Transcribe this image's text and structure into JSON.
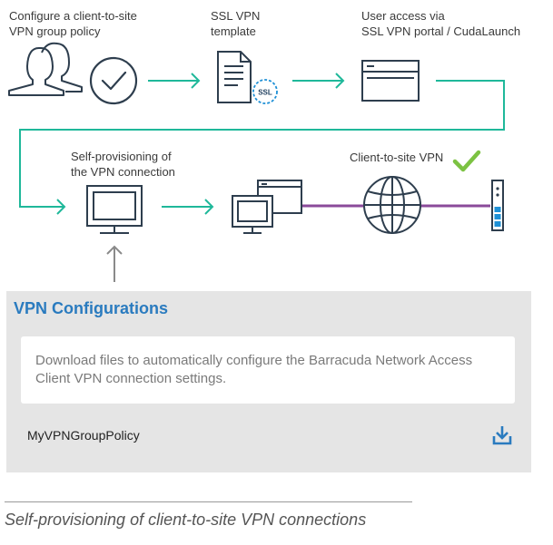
{
  "labels": {
    "step1_line1": "Configure a client-to-site",
    "step1_line2": "VPN group policy",
    "step2_line1": "SSL VPN",
    "step2_line2": "template",
    "step3_line1": "User access via",
    "step3_line2": "SSL VPN portal / CudaLaunch",
    "step4_line1": "Self-provisioning of",
    "step4_line2": "the VPN connection",
    "vpn_label": "Client-to-site VPN",
    "ssl_badge": "SSL"
  },
  "panel": {
    "title": "VPN Configurations",
    "description": "Download files to automatically configure the Barracuda Network Access Client VPN connection settings.",
    "policy_name": "MyVPNGroupPolicy",
    "download_icon": "download-icon"
  },
  "caption": "Self-provisioning of client-to-site VPN connections",
  "colors": {
    "arrow": "#1fb89a",
    "icon_stroke": "#2e3e4e",
    "vpn_line": "#8a4a9a",
    "check": "#7cc242",
    "ssl_badge": "#1e90d6",
    "panel_title": "#2a7bbf",
    "download": "#2a7bbf"
  }
}
